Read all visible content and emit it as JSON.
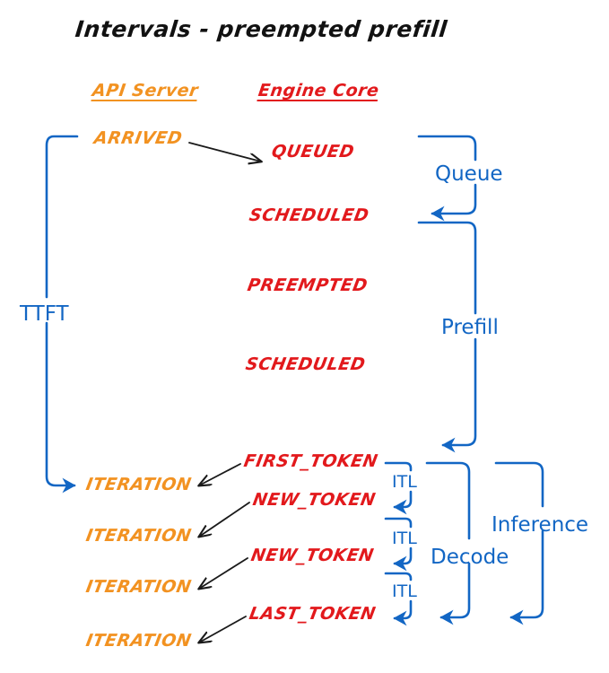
{
  "title": "Intervals - preempted prefill",
  "colors": {
    "api_server": "#F29221",
    "engine_core": "#E2191C",
    "annotation": "#1266C4",
    "arrow": "#1a1a1a",
    "background": "#ffffff"
  },
  "columns": {
    "api_server": "API Server",
    "engine_core": "Engine Core"
  },
  "api_states": [
    {
      "label": "ARRIVED"
    },
    {
      "label": "ITERATION"
    },
    {
      "label": "ITERATION"
    },
    {
      "label": "ITERATION"
    },
    {
      "label": "ITERATION"
    }
  ],
  "engine_states": [
    {
      "label": "QUEUED"
    },
    {
      "label": "SCHEDULED"
    },
    {
      "label": "PREEMPTED"
    },
    {
      "label": "SCHEDULED"
    },
    {
      "label": "FIRST_TOKEN"
    },
    {
      "label": "NEW_TOKEN"
    },
    {
      "label": "NEW_TOKEN"
    },
    {
      "label": "LAST_TOKEN"
    }
  ],
  "intervals": [
    {
      "label": "TTFT",
      "side": "left"
    },
    {
      "label": "Queue",
      "side": "right"
    },
    {
      "label": "Prefill",
      "side": "right"
    },
    {
      "label": "ITL",
      "side": "right"
    },
    {
      "label": "ITL",
      "side": "right"
    },
    {
      "label": "ITL",
      "side": "right"
    },
    {
      "label": "Decode",
      "side": "right"
    },
    {
      "label": "Inference",
      "side": "right"
    }
  ]
}
